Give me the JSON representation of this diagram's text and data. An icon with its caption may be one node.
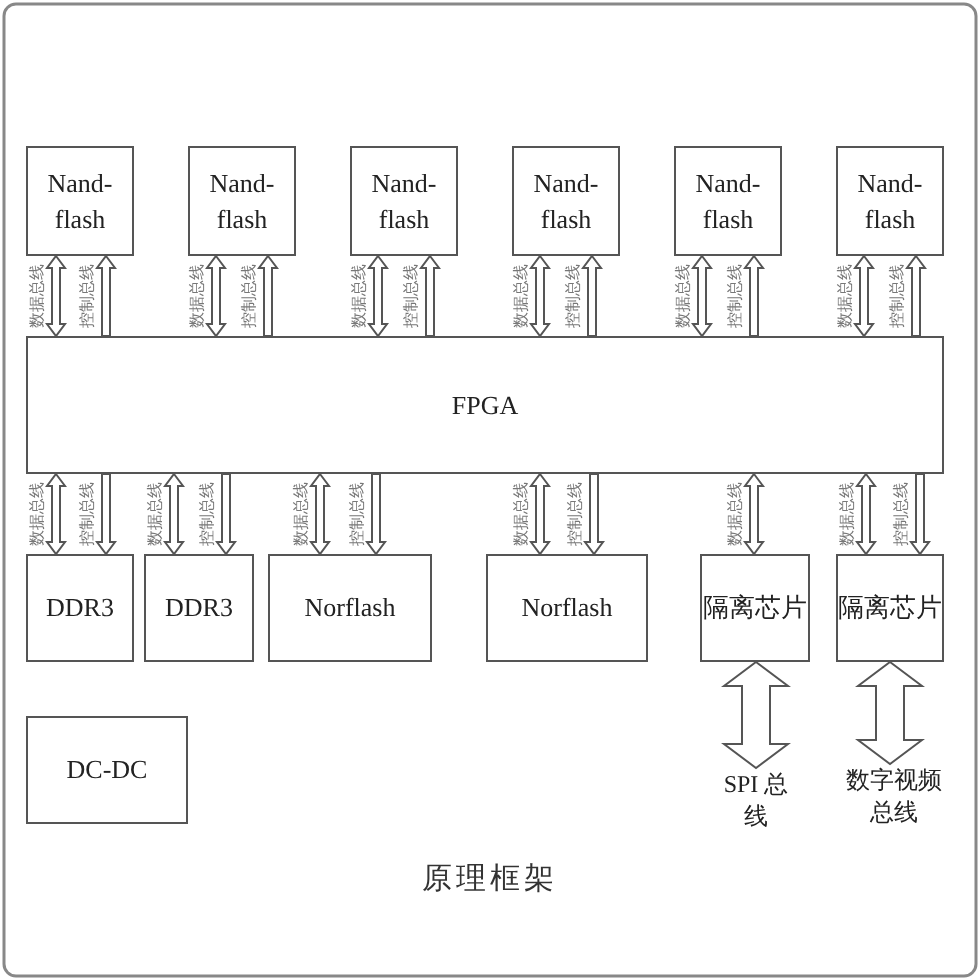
{
  "diagram": {
    "caption": "原理框架",
    "nodes": [
      {
        "text": [
          "Nand-flash"
        ]
      },
      {
        "text": [
          "Nand-flash"
        ]
      },
      {
        "text": [
          "Nand-flash"
        ]
      },
      {
        "text": [
          "Nand-flash"
        ]
      },
      {
        "text": [
          "Nand-flash"
        ]
      },
      {
        "text": [
          "Nand-flash"
        ]
      },
      {
        "text": [
          "FPGA"
        ]
      },
      {
        "text": [
          "DDR3"
        ]
      },
      {
        "text": [
          "DDR3"
        ]
      },
      {
        "text": [
          "Norflash"
        ]
      },
      {
        "text": [
          "Norflash"
        ]
      },
      {
        "text": [
          "隔离芯片"
        ]
      },
      {
        "text": [
          "隔离芯片"
        ]
      },
      {
        "text": [
          "DC-DC"
        ]
      },
      {
        "text": [
          "SPI 总线"
        ]
      },
      {
        "text": [
          "数字视频总线"
        ]
      }
    ],
    "edges": [
      {
        "from": 0,
        "to": 6,
        "arrow": "both",
        "label": "数据总线"
      },
      {
        "from": 6,
        "to": 0,
        "arrow": "to",
        "label": "控制总线"
      },
      {
        "from": 1,
        "to": 6,
        "arrow": "both",
        "label": "数据总线"
      },
      {
        "from": 6,
        "to": 1,
        "arrow": "to",
        "label": "控制总线"
      },
      {
        "from": 2,
        "to": 6,
        "arrow": "both",
        "label": "数据总线"
      },
      {
        "from": 6,
        "to": 2,
        "arrow": "to",
        "label": "控制总线"
      },
      {
        "from": 3,
        "to": 6,
        "arrow": "both",
        "label": "数据总线"
      },
      {
        "from": 6,
        "to": 3,
        "arrow": "to",
        "label": "控制总线"
      },
      {
        "from": 4,
        "to": 6,
        "arrow": "both",
        "label": "数据总线"
      },
      {
        "from": 6,
        "to": 4,
        "arrow": "to",
        "label": "控制总线"
      },
      {
        "from": 5,
        "to": 6,
        "arrow": "both",
        "label": "数据总线"
      },
      {
        "from": 6,
        "to": 5,
        "arrow": "to",
        "label": "控制总线"
      },
      {
        "from": 6,
        "to": 7,
        "arrow": "both",
        "label": "数据总线"
      },
      {
        "from": 6,
        "to": 7,
        "arrow": "to",
        "label": "控制总线"
      },
      {
        "from": 6,
        "to": 8,
        "arrow": "both",
        "label": "数据总线"
      },
      {
        "from": 6,
        "to": 8,
        "arrow": "to",
        "label": "控制总线"
      },
      {
        "from": 6,
        "to": 9,
        "arrow": "both",
        "label": "数据总线"
      },
      {
        "from": 6,
        "to": 9,
        "arrow": "to",
        "label": "控制总线"
      },
      {
        "from": 6,
        "to": 10,
        "arrow": "both",
        "label": "数据总线"
      },
      {
        "from": 6,
        "to": 10,
        "arrow": "to",
        "label": "控制总线"
      },
      {
        "from": 6,
        "to": 11,
        "arrow": "both",
        "label": "数据总线"
      },
      {
        "from": 6,
        "to": 12,
        "arrow": "both",
        "label": "数据总线"
      },
      {
        "from": 6,
        "to": 12,
        "arrow": "to",
        "label": "控制总线"
      },
      {
        "from": 11,
        "to": 14,
        "arrow": "both",
        "style": "thick"
      },
      {
        "from": 12,
        "to": 15,
        "arrow": "both",
        "style": "thick"
      }
    ]
  }
}
